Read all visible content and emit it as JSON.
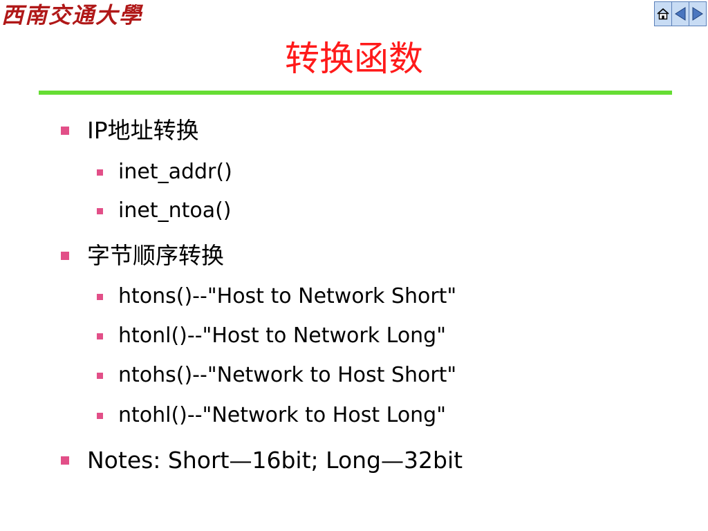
{
  "header": {
    "logo_text": "西南交通大學",
    "title": "转换函数"
  },
  "nav": {
    "home_icon": "home-icon",
    "prev_icon": "triangle-left-icon",
    "next_icon": "triangle-right-icon"
  },
  "colors": {
    "title": "#ff1a1a",
    "rule": "#66dd33",
    "bullet": "#e24f88",
    "logo": "#b01818"
  },
  "content": {
    "section1": {
      "label": "IP地址转换",
      "items": [
        "inet_addr()",
        "inet_ntoa()"
      ]
    },
    "section2": {
      "label": "字节顺序转换",
      "items": [
        "htons()--\"Host to Network Short\"",
        "htonl()--\"Host to Network Long\"",
        "ntohs()--\"Network to Host Short\"",
        "ntohl()--\"Network to Host Long\""
      ]
    },
    "notes": {
      "prefix": "Notes: Short",
      "dash1": "—",
      "middle": "16bit; Long",
      "dash2": "—",
      "suffix": "32bit"
    }
  }
}
